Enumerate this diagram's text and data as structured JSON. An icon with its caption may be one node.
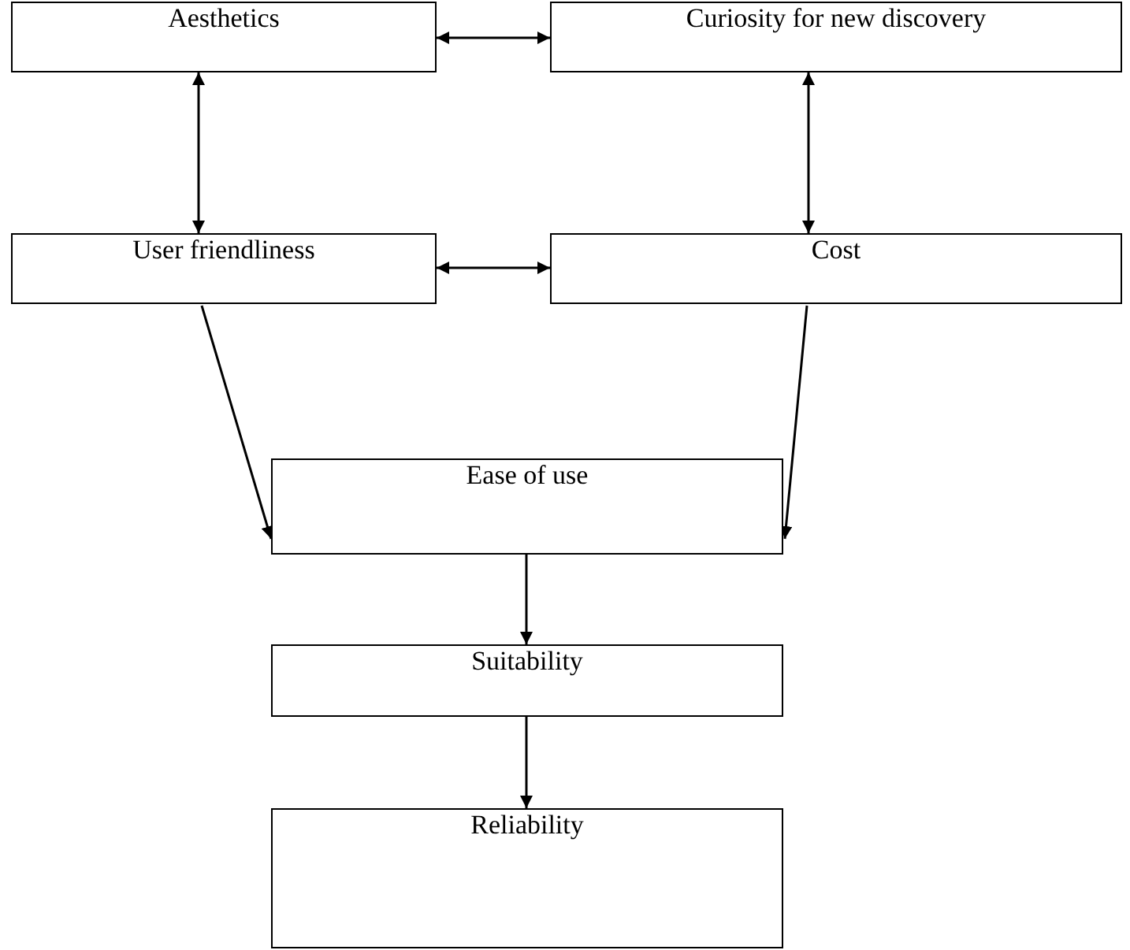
{
  "diagram": {
    "nodes": [
      {
        "text": [
          "Aesthetics"
        ]
      },
      {
        "text": [
          "Curiosity for new discovery"
        ]
      },
      {
        "text": [
          "User friendliness"
        ]
      },
      {
        "text": [
          "Cost"
        ]
      },
      {
        "text": [
          "Ease of use"
        ]
      },
      {
        "text": [
          "Suitability"
        ]
      },
      {
        "text": [
          "Reliability"
        ]
      }
    ],
    "edges": [
      {
        "from": 0,
        "to": 1,
        "arrow": "both"
      },
      {
        "from": 0,
        "to": 2,
        "arrow": "both"
      },
      {
        "from": 1,
        "to": 3,
        "arrow": "both"
      },
      {
        "from": 2,
        "to": 3,
        "arrow": "both"
      },
      {
        "from": 2,
        "to": 4,
        "arrow": "to"
      },
      {
        "from": 3,
        "to": 4,
        "arrow": "to"
      },
      {
        "from": 4,
        "to": 5,
        "arrow": "to"
      },
      {
        "from": 5,
        "to": 6,
        "arrow": "to"
      }
    ]
  }
}
